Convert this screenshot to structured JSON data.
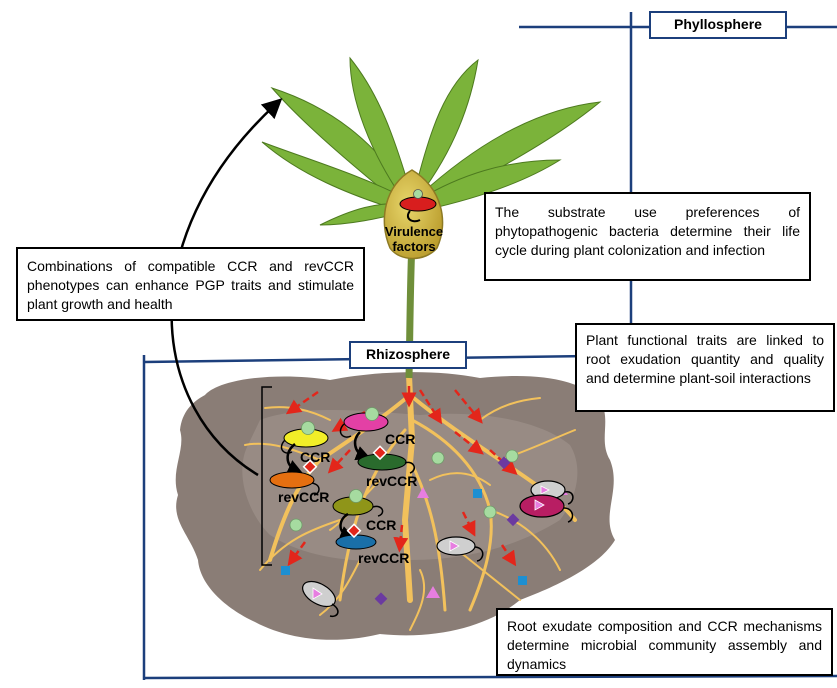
{
  "labels": {
    "phyllosphere": "Phyllosphere",
    "rhizosphere": "Rhizosphere",
    "virulence_line1": "Virulence",
    "virulence_line2": "factors",
    "ccr": "CCR",
    "revccr": "revCCR"
  },
  "boxes": {
    "phyto": "The substrate use preferences of phytopathogenic bacteria determine their life cycle during plant colonization and infection",
    "combinations": "Combinations of compatible CCR and revCCR phenotypes can enhance PGP traits and stimulate plant growth and health",
    "plant_traits": "Plant functional traits are linked to root exudation quantity and quality and determine plant-soil interactions",
    "root_exudate": "Root exudate composition and CCR mechanisms determine microbial community assembly and dynamics"
  },
  "colors": {
    "frame": "#1c3f7c",
    "soil": "#8a7d76",
    "root": "#f2c15c",
    "leaf": "#7bb33a",
    "arrow": "#e3261b",
    "diamond": "#6b3aa0",
    "square": "#1d8fd1",
    "triangle": "#e77ee0",
    "circle": "#a6dba0"
  }
}
